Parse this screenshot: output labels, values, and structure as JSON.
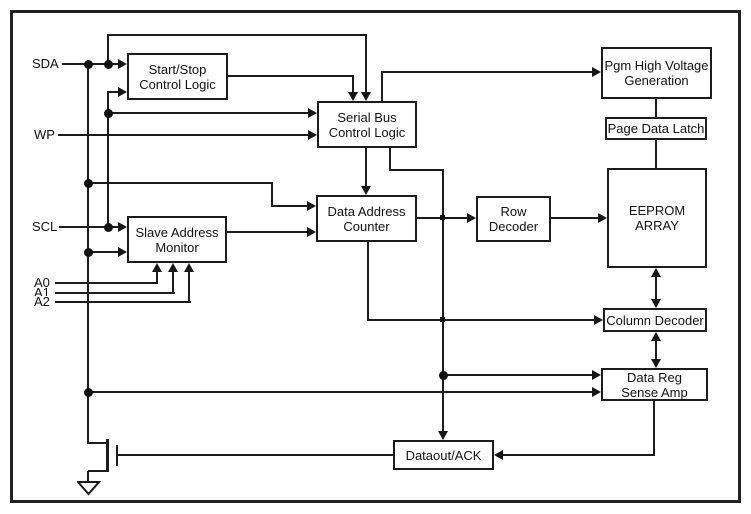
{
  "diagram": {
    "pins": [
      {
        "id": "sda",
        "label": "SDA"
      },
      {
        "id": "wp",
        "label": "WP"
      },
      {
        "id": "scl",
        "label": "SCL"
      },
      {
        "id": "a0",
        "label": "A0"
      },
      {
        "id": "a1",
        "label": "A1"
      },
      {
        "id": "a2",
        "label": "A2"
      }
    ],
    "blocks": [
      {
        "id": "start-stop-control-logic",
        "label": "Start/Stop\nControl Logic"
      },
      {
        "id": "serial-bus-control-logic",
        "label": "Serial Bus\nControl Logic"
      },
      {
        "id": "slave-address-monitor",
        "label": "Slave Address\nMonitor"
      },
      {
        "id": "data-address-counter",
        "label": "Data Address\nCounter"
      },
      {
        "id": "row-decoder",
        "label": "Row\nDecoder"
      },
      {
        "id": "eeprom-array",
        "label": "EEPROM\nARRAY"
      },
      {
        "id": "pgm-high-voltage-generation",
        "label": "Pgm High Voltage\nGeneration"
      },
      {
        "id": "page-data-latch",
        "label": "Page Data Latch"
      },
      {
        "id": "column-decoder",
        "label": "Column Decoder"
      },
      {
        "id": "data-reg-sense-amp",
        "label": "Data Reg\nSense Amp"
      },
      {
        "id": "dataout-ack",
        "label": "Dataout/ACK"
      }
    ],
    "colors": {
      "line": "#1c1c1c",
      "background": "#ffffff",
      "box_fill": "#ffffff",
      "box_border": "#1c1c1c"
    }
  }
}
